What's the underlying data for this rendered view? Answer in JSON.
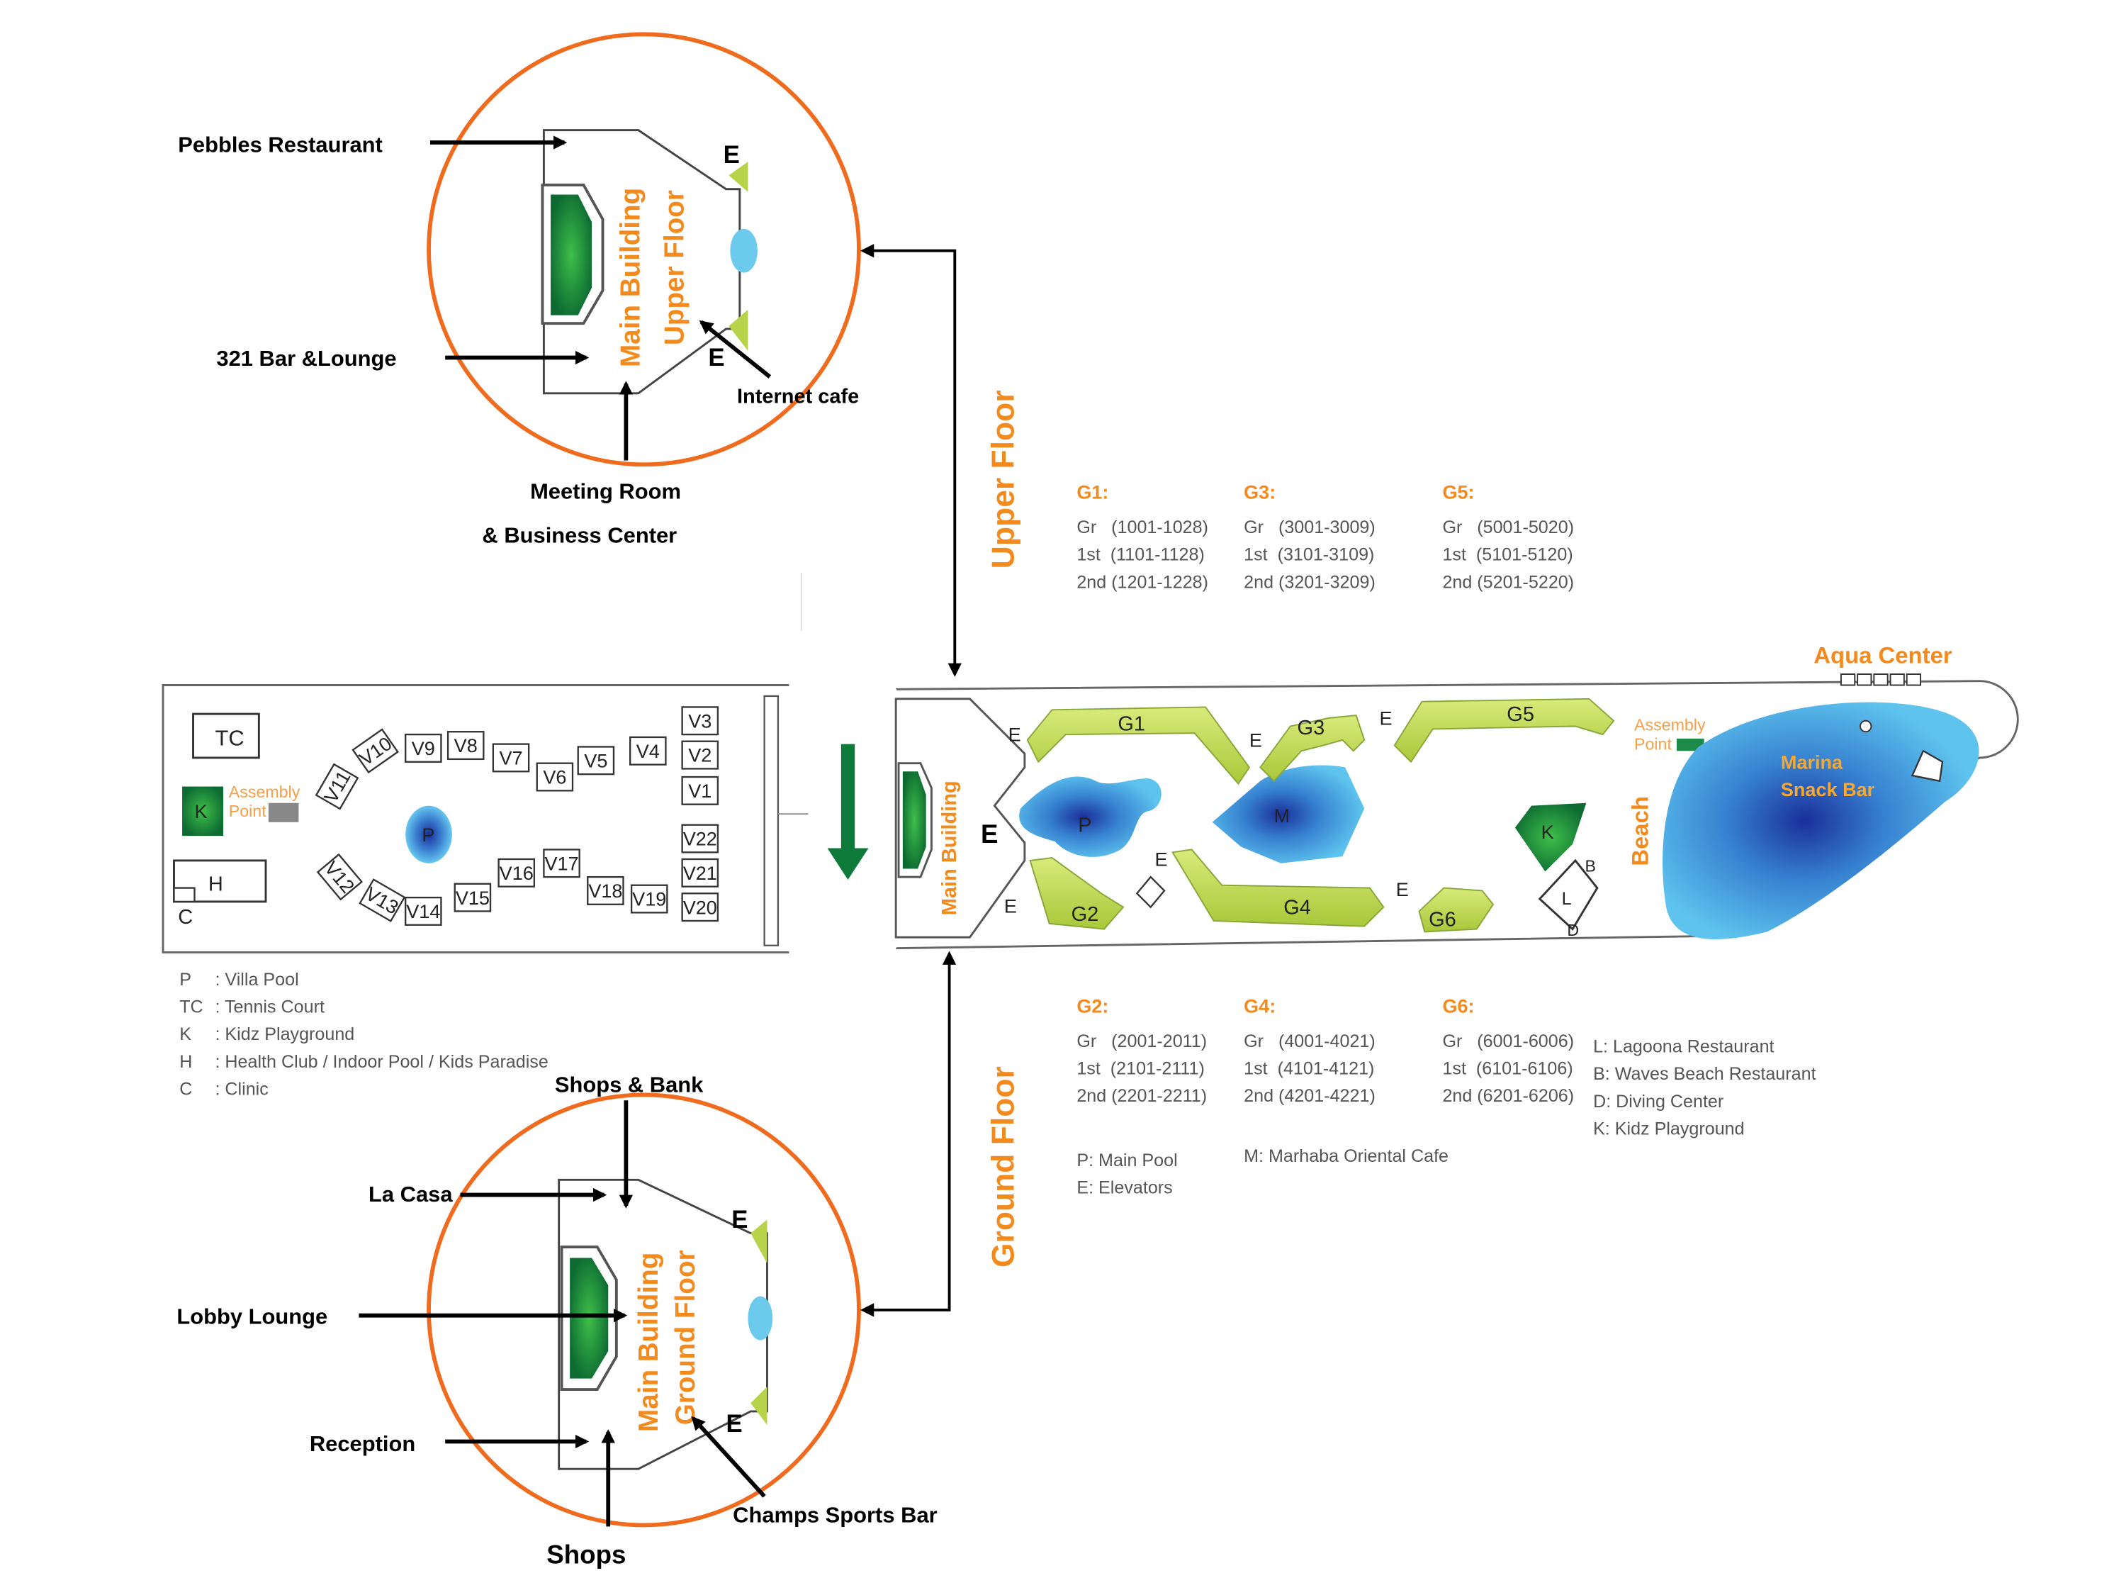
{
  "colors": {
    "orange": "#f28a1e",
    "green_dark": "#0d7a3a",
    "green_light": "#b7d34a",
    "water_blue": "#5bc3e8",
    "arrow_green": "#0d7a3a"
  },
  "upper_inset": {
    "building_label": "Main Building",
    "floor_label": "Upper Floor",
    "elevator_top": "E",
    "elevator_bottom": "E",
    "callouts": {
      "pebbles": "Pebbles Restaurant",
      "bar321": "321 Bar &Lounge",
      "internet": "Internet cafe",
      "meeting_1": "Meeting Room",
      "meeting_2": "& Business Center"
    }
  },
  "ground_inset": {
    "building_label": "Main Building",
    "floor_label": "Ground Floor",
    "elevator_top": "E",
    "elevator_bottom": "E",
    "callouts": {
      "shops_bank": "Shops & Bank",
      "la_casa": "La Casa",
      "lobby": "Lobby Lounge",
      "reception": "Reception",
      "champs": "Champs Sports Bar",
      "shops": "Shops"
    }
  },
  "floor_connectors": {
    "upper": "Upper Floor",
    "ground": "Ground Floor"
  },
  "villa_area": {
    "tc": "TC",
    "k": "K",
    "h": "H",
    "c": "C",
    "p": "P",
    "assembly_1": "Assembly",
    "assembly_2": "Point",
    "villas_upper": [
      "V11",
      "V10",
      "V9",
      "V8",
      "V7",
      "V6",
      "V5",
      "V4"
    ],
    "villas_right": [
      "V3",
      "V2",
      "V1",
      "V22",
      "V21",
      "V20"
    ],
    "villas_lower": [
      "V12",
      "V13",
      "V14",
      "V15",
      "V16",
      "V17",
      "V18",
      "V19"
    ]
  },
  "villa_legend": [
    {
      "code": "P",
      "desc": ": Villa Pool"
    },
    {
      "code": "TC",
      "desc": ": Tennis Court"
    },
    {
      "code": "K",
      "desc": ": Kidz Playground"
    },
    {
      "code": "H",
      "desc": ": Health Club / Indoor Pool / Kids Paradise"
    },
    {
      "code": "C",
      "desc": ": Clinic"
    }
  ],
  "resort_map": {
    "main_building": "Main Building",
    "e_labels": [
      "E",
      "E",
      "E",
      "E",
      "E",
      "E",
      "E"
    ],
    "e_main": "E",
    "pool": "P",
    "m": "M",
    "k": "K",
    "b": "B",
    "l": "L",
    "d": "D",
    "blocks": [
      "G1",
      "G2",
      "G3",
      "G4",
      "G5",
      "G6"
    ],
    "assembly_1": "Assembly",
    "assembly_2": "Point",
    "beach": "Beach",
    "marina_1": "Marina",
    "marina_2": "Snack Bar",
    "aqua_center": "Aqua Center"
  },
  "room_groups_top": [
    {
      "name": "G1:",
      "rows": [
        "Gr   (1001-1028)",
        "1st  (1101-1128)",
        "2nd (1201-1228)"
      ]
    },
    {
      "name": "G3:",
      "rows": [
        "Gr   (3001-3009)",
        "1st  (3101-3109)",
        "2nd (3201-3209)"
      ]
    },
    {
      "name": "G5:",
      "rows": [
        "Gr   (5001-5020)",
        "1st  (5101-5120)",
        "2nd (5201-5220)"
      ]
    }
  ],
  "room_groups_bottom": [
    {
      "name": "G2:",
      "rows": [
        "Gr   (2001-2011)",
        "1st  (2101-2111)",
        "2nd (2201-2211)"
      ]
    },
    {
      "name": "G4:",
      "rows": [
        "Gr   (4001-4021)",
        "1st  (4101-4121)",
        "2nd (4201-4221)"
      ]
    },
    {
      "name": "G6:",
      "rows": [
        "Gr   (6001-6006)",
        "1st  (6101-6106)",
        "2nd (6201-6206)"
      ]
    }
  ],
  "resort_legend": {
    "pool": "P: Main Pool",
    "elevators": "E: Elevators",
    "marhaba": "M: Marhaba Oriental Cafe",
    "right": [
      "L: Lagoona Restaurant",
      "B: Waves Beach Restaurant",
      "D: Diving Center",
      "K: Kidz Playground"
    ]
  }
}
